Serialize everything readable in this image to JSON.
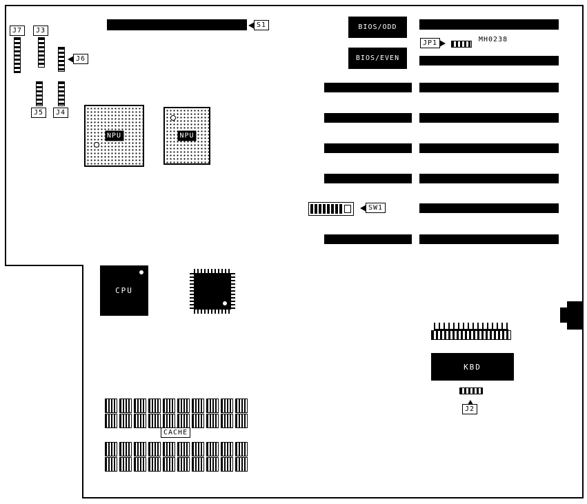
{
  "labels": {
    "s1": "S1",
    "j7": "J7",
    "j3": "J3",
    "j6": "J6",
    "j5": "J5",
    "j4": "J4",
    "npu1": "NPU",
    "npu2": "NPU",
    "bios_odd": "BIOS/ODD",
    "bios_even": "BIOS/EVEN",
    "jp1": "JP1",
    "jp1_note": "MH0238",
    "sw1": "SW1",
    "cpu": "CPU",
    "kbd": "KBD",
    "j2": "J2",
    "cache": "CACHE"
  },
  "colors": {
    "ink": "#000000",
    "background": "#ffffff"
  }
}
